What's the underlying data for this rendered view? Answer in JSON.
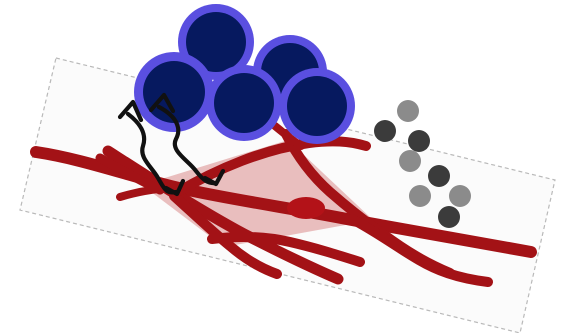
{
  "diagram": {
    "colors": {
      "background": "#ffffff",
      "platform_fill": "#fbfbfb",
      "platform_border": "#b9b9b9",
      "fiber": "#a31216",
      "cell_body": "#e7b7b7",
      "nucleus": "#b31218",
      "sphere_rim": "#5a4fe0",
      "sphere_core": "#06195f",
      "arrow": "#111111",
      "dot_dark": "#3b3b3b",
      "dot_light": "#8b8b8b"
    },
    "elements": [
      "tilted-rectangular-platform",
      "red-fiber-network",
      "pink-triangular-cell-body",
      "red-oval-nucleus",
      "cluster-of-five-blue-spheres",
      "two-wavy-double-headed-arrows",
      "column-of-gray-dots"
    ]
  }
}
